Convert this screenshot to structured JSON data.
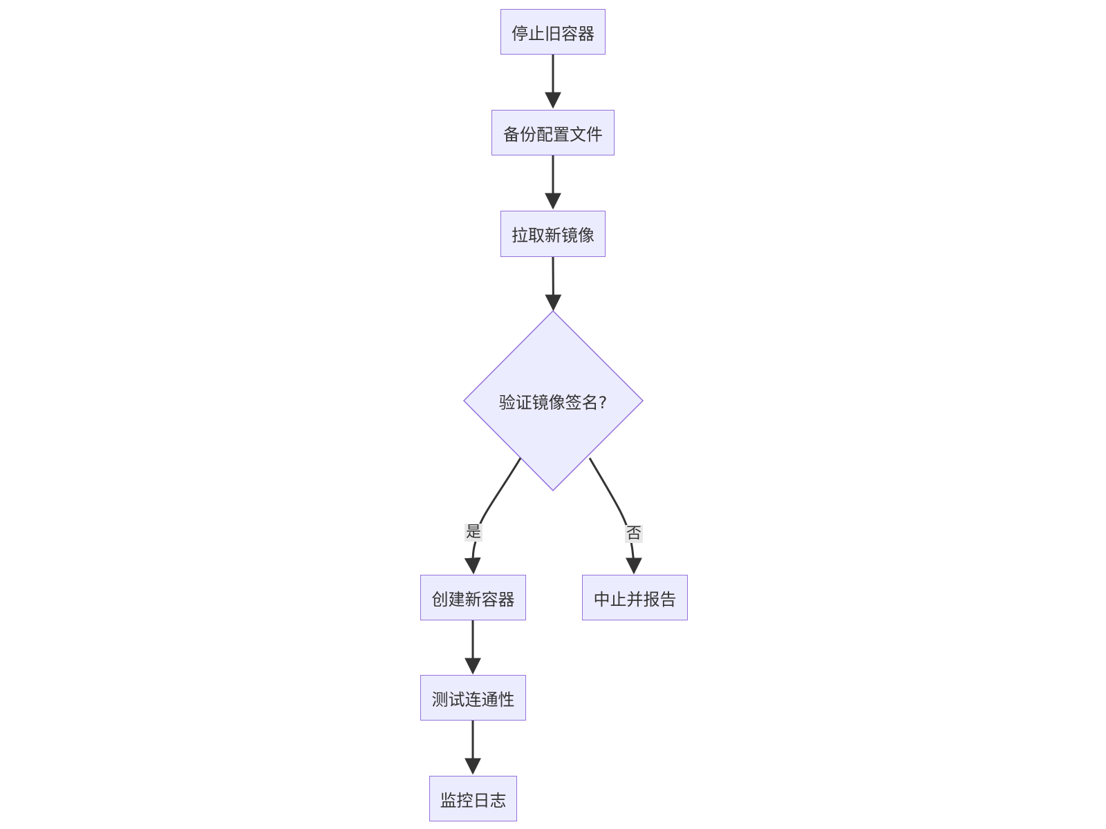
{
  "nodes": {
    "stop_old": "停止旧容器",
    "backup_config": "备份配置文件",
    "pull_image": "拉取新镜像",
    "verify_signature": "验证镜像签名?",
    "create_container": "创建新容器",
    "abort_report": "中止并报告",
    "test_connectivity": "测试连通性",
    "monitor_logs": "监控日志"
  },
  "edge_labels": {
    "yes": "是",
    "no": "否"
  },
  "colors": {
    "node_fill": "#ececff",
    "node_stroke": "#9370db",
    "edge": "#333333",
    "label_bg": "#e8e8e8"
  }
}
